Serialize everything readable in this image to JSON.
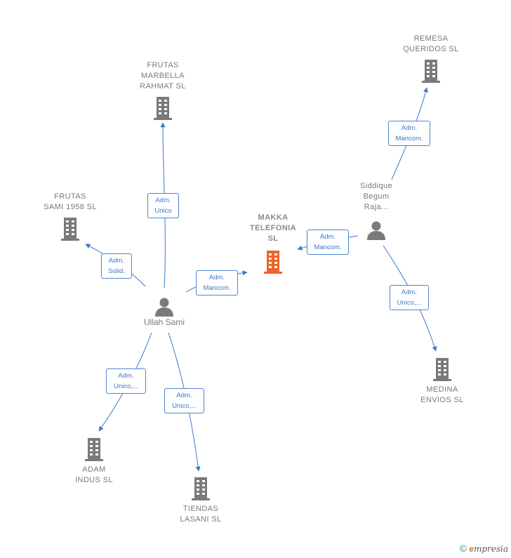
{
  "nodes": {
    "makka": "MAKKA\nTELEFONIA\nSL",
    "frutas_marbella": "FRUTAS\nMARBELLA\nRAHMAT  SL",
    "frutas_sami": "FRUTAS\nSAMI 1958  SL",
    "remesa": "REMESA\nQUERIDOS  SL",
    "siddique": "Siddique\nBegum\nRaja...",
    "ullah": "Ullah Sami",
    "medina": "MEDINA\nENVIOS  SL",
    "adam": "ADAM\nINDUS  SL",
    "tiendas": "TIENDAS\nLASANI  SL"
  },
  "edges": {
    "ullah_marbella": "Adm.\nUnico",
    "ullah_sami1958": "Adm.\nSolid.",
    "ullah_makka": "Adm.\nMancom.",
    "siddique_makka": "Adm.\nMancom.",
    "siddique_remesa": "Adm.\nMancom.",
    "siddique_medina": "Adm.\nUnico,...",
    "ullah_adam": "Adm.\nUnico,...",
    "ullah_tiendas": "Adm.\nUnico,..."
  },
  "footer": {
    "copyright": "©",
    "brand_initial": "e",
    "brand_rest": "mpresia"
  },
  "colors": {
    "main_building": "#f0642a",
    "building": "#7a7a7a",
    "person": "#7a7a7a",
    "edge": "#3a78c8"
  },
  "icons": {
    "company": "building-icon",
    "person": "person-icon"
  }
}
